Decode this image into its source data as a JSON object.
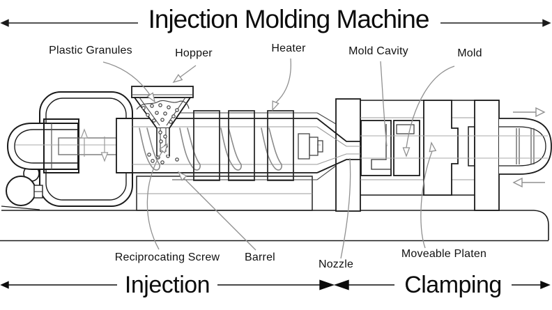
{
  "diagram": {
    "title": "Injection Molding Machine",
    "labels": {
      "plastic_granules": "Plastic Granules",
      "hopper": "Hopper",
      "heater": "Heater",
      "mold_cavity": "Mold Cavity",
      "mold": "Mold",
      "reciprocating_screw": "Reciprocating Screw",
      "barrel": "Barrel",
      "nozzle": "Nozzle",
      "moveable_platen": "Moveable Platen"
    },
    "sections": {
      "injection": "Injection",
      "clamping": "Clamping"
    },
    "colors": {
      "line": "#1a1a1a",
      "secondary": "#909090",
      "text": "#111111",
      "background": "#ffffff"
    }
  }
}
